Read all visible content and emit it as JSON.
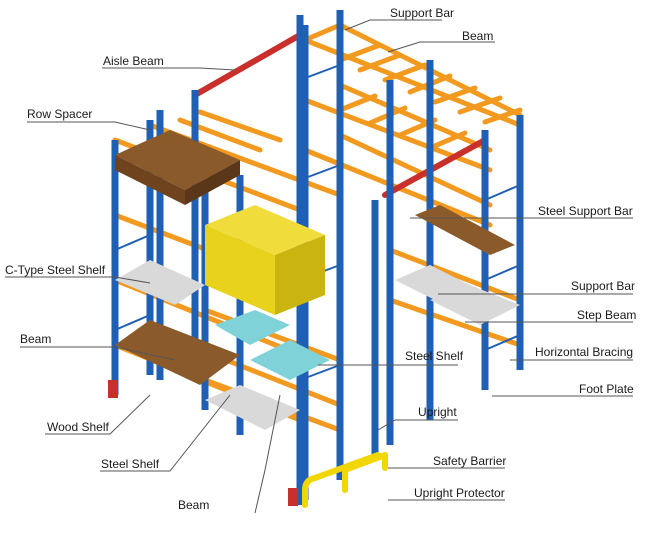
{
  "labels": {
    "support_bar_top": "Support Bar",
    "beam_top": "Beam",
    "aisle_beam": "Aisle Beam",
    "row_spacer": "Row Spacer",
    "steel_support_bar": "Steel Support Bar",
    "c_type_steel_shelf": "C-Type Steel Shelf",
    "support_bar_right": "Support Bar",
    "step_beam": "Step Beam",
    "beam_left": "Beam",
    "steel_shelf_mid": "Steel Shelf",
    "horizontal_bracing": "Horizontal Bracing",
    "foot_plate": "Foot Plate",
    "wood_shelf": "Wood Shelf",
    "upright": "Upright",
    "steel_shelf_bottom": "Steel Shelf",
    "safety_barrier": "Safety Barrier",
    "upright_protector": "Upright Protector",
    "beam_bottom": "Beam"
  },
  "colors": {
    "upright": "#1f5fb4",
    "beam": "#f29a1f",
    "aisle_beam": "#c9302c",
    "wood": "#8b5a2b",
    "steel_panel": "#d9d9d9",
    "cyan_panel": "#7fd3d8",
    "cargo": "#e8d21c",
    "barrier": "#f2d600",
    "label_line": "#555555"
  }
}
